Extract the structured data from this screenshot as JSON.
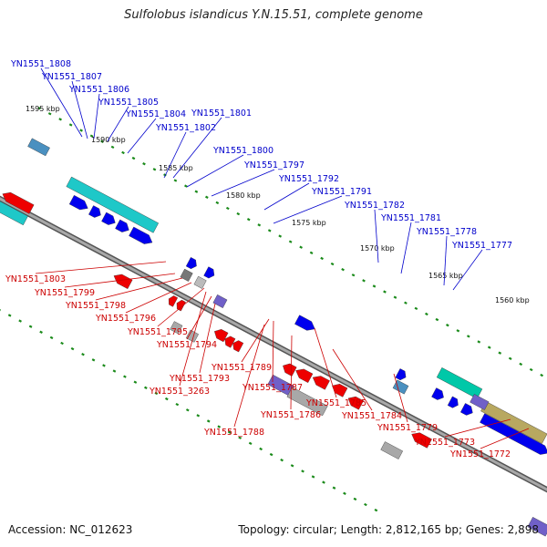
{
  "title": "Sulfolobus islandicus Y.N.15.51, complete genome",
  "footer": {
    "accession": "Accession: NC_012623",
    "summary": "Topology: circular; Length: 2,812,165 bp; Genes: 2,898"
  },
  "colors": {
    "forward": "#0000ee",
    "reverse": "#ee0000",
    "label_forward": "#0000cc",
    "label_reverse": "#cc0000",
    "backbone": "#808080",
    "tick": "#1a8a1a",
    "cyan": "#1ec8c8",
    "olive": "#b8a860",
    "purple": "#7060c8",
    "grey": "#a8a8a8",
    "teal": "#00c8a8",
    "steel": "#4a90c0"
  },
  "scale_labels": [
    "1595 kbp",
    "1590 kbp",
    "1585 kbp",
    "1580 kbp",
    "1575 kbp",
    "1570 kbp",
    "1565 kbp",
    "1560 kbp"
  ],
  "forward_labels": [
    "YN1551_1808",
    "YN1551_1807",
    "YN1551_1806",
    "YN1551_1805",
    "YN1551_1804",
    "YN1551_1801",
    "YN1551_1802",
    "YN1551_1800",
    "YN1551_1797",
    "YN1551_1792",
    "YN1551_1791",
    "YN1551_1782",
    "YN1551_1781",
    "YN1551_1778",
    "YN1551_1777"
  ],
  "reverse_labels": [
    "YN1551_1803",
    "YN1551_1799",
    "YN1551_1798",
    "YN1551_1796",
    "YN1551_1795",
    "YN1551_1794",
    "YN1551_1789",
    "YN1551_1793",
    "YN1551_3263",
    "YN1551_1787",
    "YN1551_1785",
    "YN1551_1786",
    "YN1551_1784",
    "YN1551_1788",
    "YN1551_1779",
    "YN1551_1773",
    "YN1551_1772"
  ]
}
